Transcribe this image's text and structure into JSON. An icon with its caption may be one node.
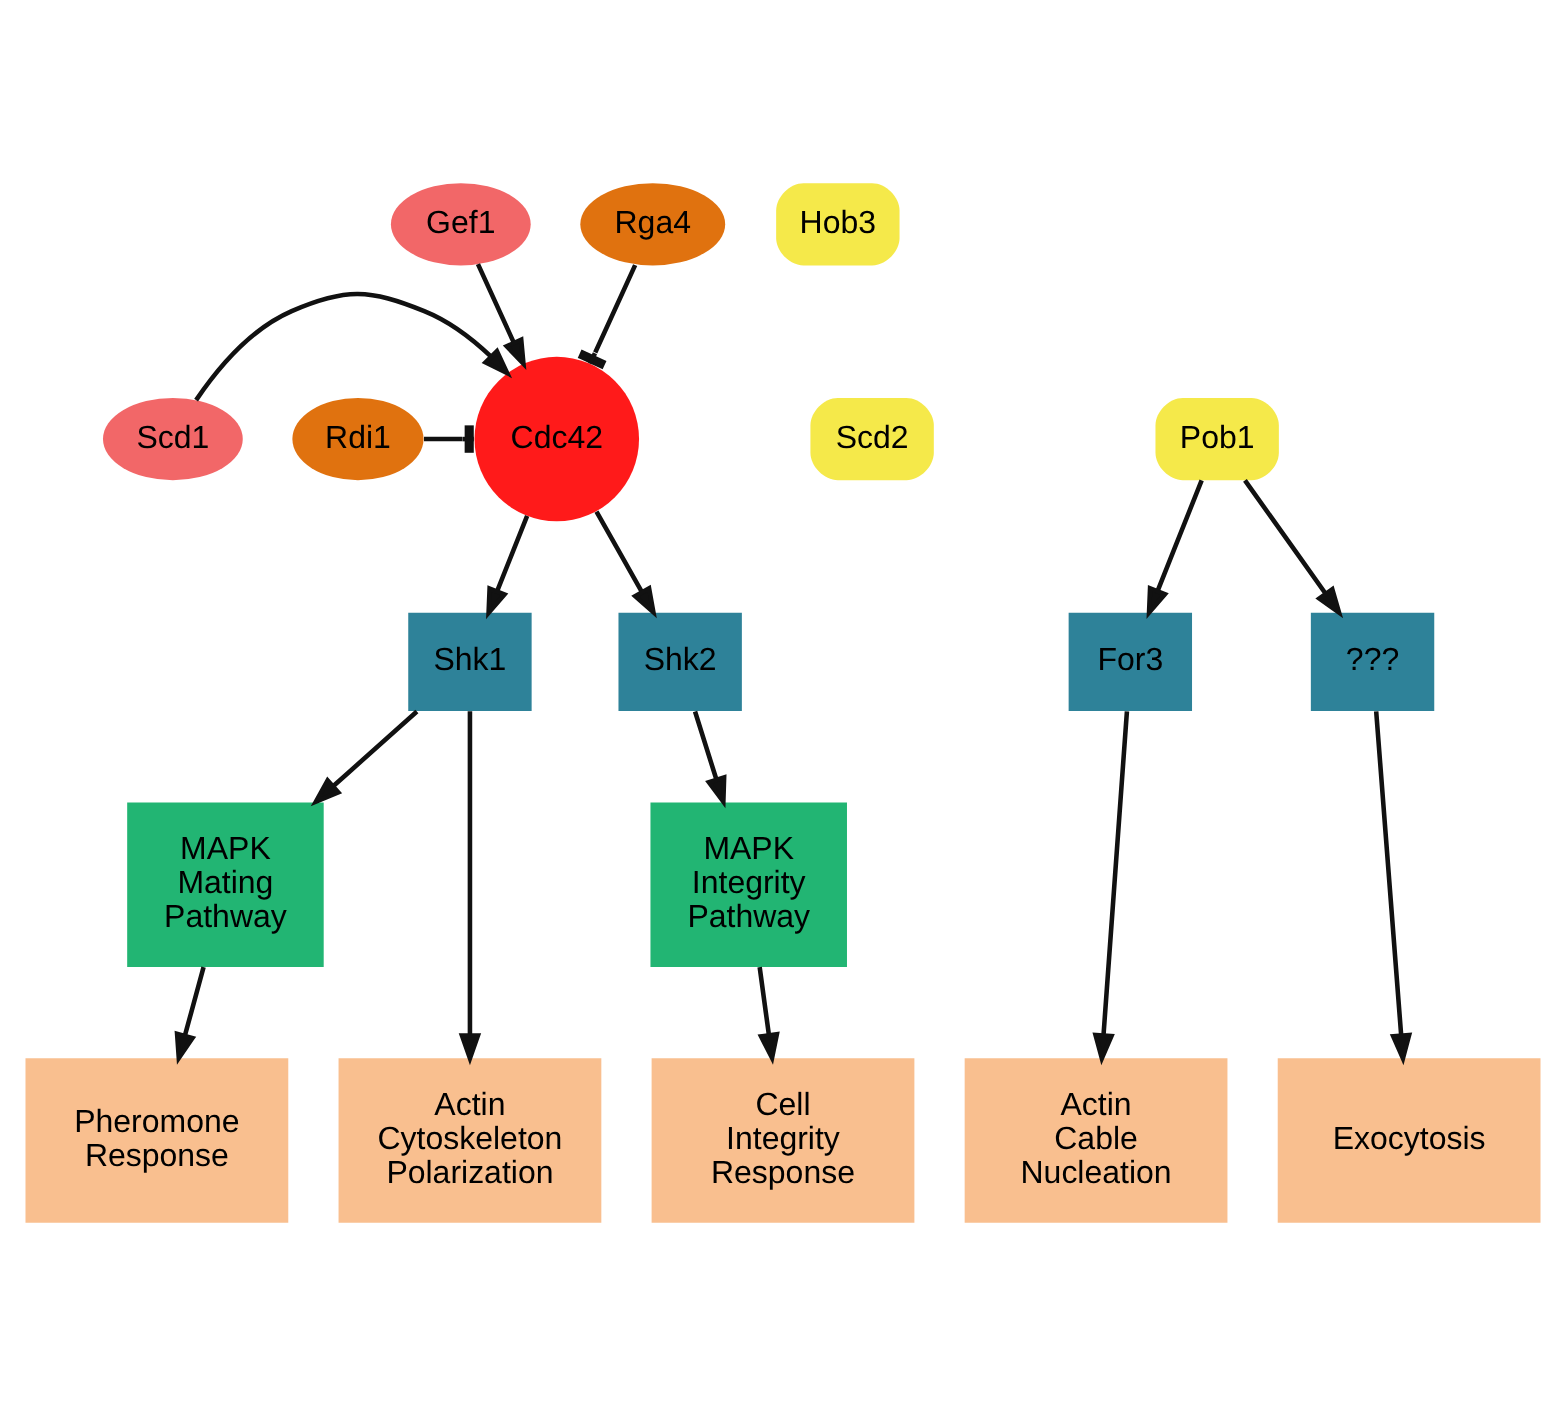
{
  "diagram": {
    "nodes": [
      {
        "text": [
          "Gef1"
        ]
      },
      {
        "text": [
          "Hob3"
        ]
      },
      {
        "text": [
          "Rga4"
        ]
      },
      {
        "text": [
          "Scd1"
        ]
      },
      {
        "text": [
          "Cdc42"
        ]
      },
      {
        "text": [
          "Rdi1"
        ]
      },
      {
        "text": [
          "Scd2"
        ]
      },
      {
        "text": [
          "Pob1"
        ]
      },
      {
        "text": [
          "Shk1"
        ]
      },
      {
        "text": [
          "Shk2"
        ]
      },
      {
        "text": [
          "For3"
        ]
      },
      {
        "text": [
          "???"
        ]
      },
      {
        "text": [
          "MAPK Mating Pathway"
        ]
      },
      {
        "text": [
          "MAPK Integrity Pathway"
        ]
      },
      {
        "text": [
          "Actin Cytoskeleton Polarization"
        ]
      },
      {
        "text": [
          "Pheromone Response"
        ]
      },
      {
        "text": [
          "Cell Integrity Response"
        ]
      },
      {
        "text": [
          "Actin Cable Nucleation"
        ]
      },
      {
        "text": [
          "Exocytosis"
        ]
      }
    ],
    "edges": [
      {
        "from": 0,
        "to": 4,
        "arrow": "to"
      },
      {
        "from": 2,
        "to": 4,
        "arrow": "other"
      },
      {
        "from": 3,
        "to": 4,
        "arrow": "to"
      },
      {
        "from": 5,
        "to": 4,
        "arrow": "other"
      },
      {
        "from": 4,
        "to": 8,
        "arrow": "to"
      },
      {
        "from": 4,
        "to": 9,
        "arrow": "to"
      },
      {
        "from": 7,
        "to": 10,
        "arrow": "to"
      },
      {
        "from": 7,
        "to": 11,
        "arrow": "to"
      },
      {
        "from": 8,
        "to": 14,
        "arrow": "to"
      },
      {
        "from": 8,
        "to": 12,
        "arrow": "to"
      },
      {
        "from": 9,
        "to": 13,
        "arrow": "to"
      },
      {
        "from": 12,
        "to": 15,
        "arrow": "to"
      },
      {
        "from": 13,
        "to": 16,
        "arrow": "to"
      },
      {
        "from": 10,
        "to": 17,
        "arrow": "to"
      },
      {
        "from": 11,
        "to": 18,
        "arrow": "to"
      }
    ]
  }
}
